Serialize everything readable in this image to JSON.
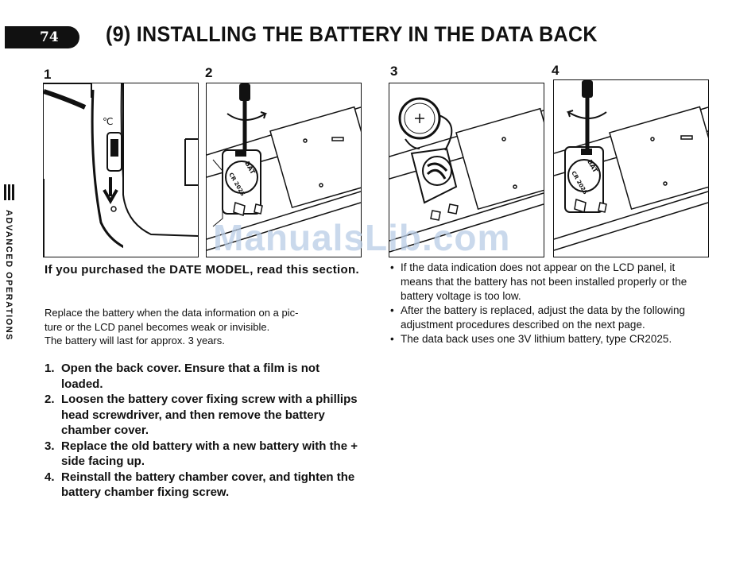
{
  "header": {
    "page_number": "74",
    "title": "(9) INSTALLING THE BATTERY IN THE DATA BACK"
  },
  "side_tab": {
    "label": "ADVANCED OPERATIONS"
  },
  "figures": [
    {
      "number": "1"
    },
    {
      "number": "2",
      "battery_label": "BAT",
      "battery_type": "CR 2025"
    },
    {
      "number": "3"
    },
    {
      "number": "4",
      "battery_label": "BAT",
      "battery_type": "CR 2025"
    }
  ],
  "watermark": "ManualsLib.com",
  "left_column": {
    "intro": "If you purchased the DATE MODEL, read this section.",
    "note_lines": [
      "Replace the battery when the data information on a pic-",
      "ture or the LCD panel becomes weak or invisible.",
      "The battery will last for approx. 3 years."
    ],
    "steps": [
      {
        "num": "1.",
        "text": "Open the back cover. Ensure that a film is not loaded."
      },
      {
        "num": "2.",
        "text": "Loosen the battery cover fixing screw with a phillips head screwdriver, and then remove the battery chamber cover."
      },
      {
        "num": "3.",
        "text": "Replace the old battery with a new battery with the + side facing up."
      },
      {
        "num": "4.",
        "text": "Reinstall the battery chamber cover, and tighten the battery chamber fixing screw."
      }
    ]
  },
  "right_column": {
    "bullets": [
      {
        "dot": "•",
        "text": "If the data indication does not appear on the LCD panel, it means that the battery has not been installed properly or the battery voltage is too low."
      },
      {
        "dot": "•",
        "text": "After the battery is replaced, adjust the data by the following adjustment procedures described on the next page."
      },
      {
        "dot": "•",
        "text": "The data back uses one 3V lithium battery, type CR2025."
      }
    ]
  }
}
